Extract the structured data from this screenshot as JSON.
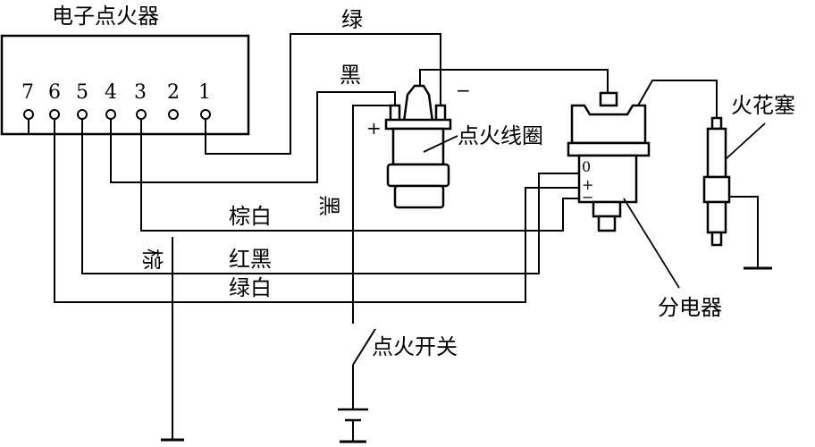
{
  "igniter": {
    "title": "电子点火器",
    "pins": [
      "7",
      "6",
      "5",
      "4",
      "3",
      "2",
      "1"
    ]
  },
  "wires": {
    "green": "绿",
    "black_top": "黑",
    "black_vertical": "黑",
    "brown_white": "棕白",
    "red_black": "红黑",
    "green_white": "绿白",
    "brown_vertical": "棕"
  },
  "coil": {
    "label": "点火线圈",
    "plus": "+",
    "minus": "−"
  },
  "distributor": {
    "label": "分电器",
    "zero": "0",
    "plus": "+",
    "minus": "−"
  },
  "spark_plug": {
    "label": "火花塞"
  },
  "ignition_switch": {
    "label": "点火开关"
  }
}
